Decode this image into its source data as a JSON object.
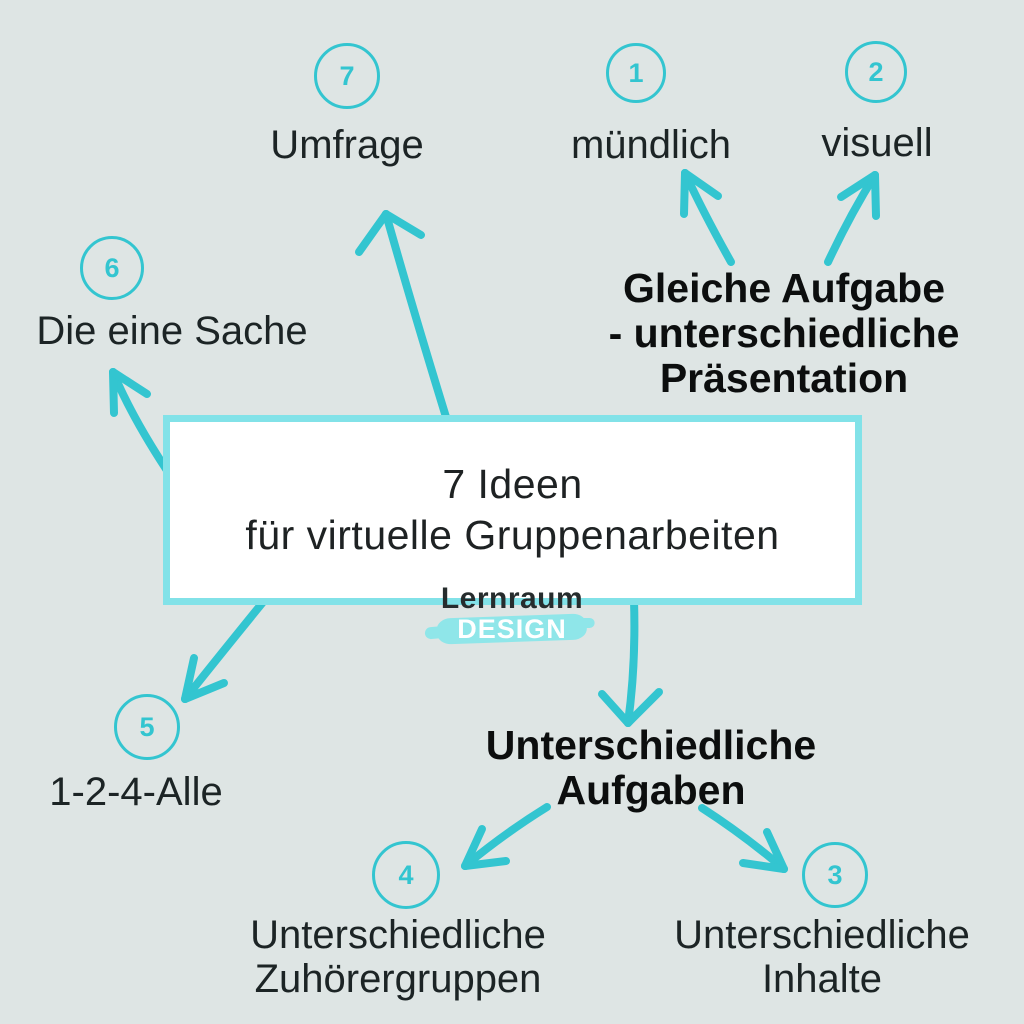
{
  "colors": {
    "background": "#dee5e4",
    "teal_accent": "#33c5d0",
    "box_border_light_teal": "#82e2e8",
    "logo_brush_teal": "#8fe6e9",
    "label_text": "#1c2425",
    "heading_text": "#0c0e0e"
  },
  "center_box": {
    "title_line1": "7 Ideen",
    "title_line2": "für virtuelle Gruppenarbeiten"
  },
  "logo": {
    "name": "Lernraum",
    "sub": "DESIGN"
  },
  "headings": {
    "presentation": {
      "line1": "Gleiche Aufgabe",
      "line2": "- unterschiedliche",
      "line3": "Präsentation"
    },
    "tasks": {
      "line1": "Unterschiedliche",
      "line2": "Aufgaben"
    }
  },
  "nodes": {
    "n7": {
      "number": "7",
      "label": "Umfrage"
    },
    "n1": {
      "number": "1",
      "label": "mündlich"
    },
    "n2": {
      "number": "2",
      "label": "visuell"
    },
    "n6": {
      "number": "6",
      "label": "Die eine Sache"
    },
    "n5": {
      "number": "5",
      "label": "1-2-4-Alle"
    },
    "n4": {
      "number": "4",
      "label_line1": "Unterschiedliche",
      "label_line2": "Zuhörergruppen"
    },
    "n3": {
      "number": "3",
      "label_line1": "Unterschiedliche",
      "label_line2": "Inhalte"
    }
  }
}
